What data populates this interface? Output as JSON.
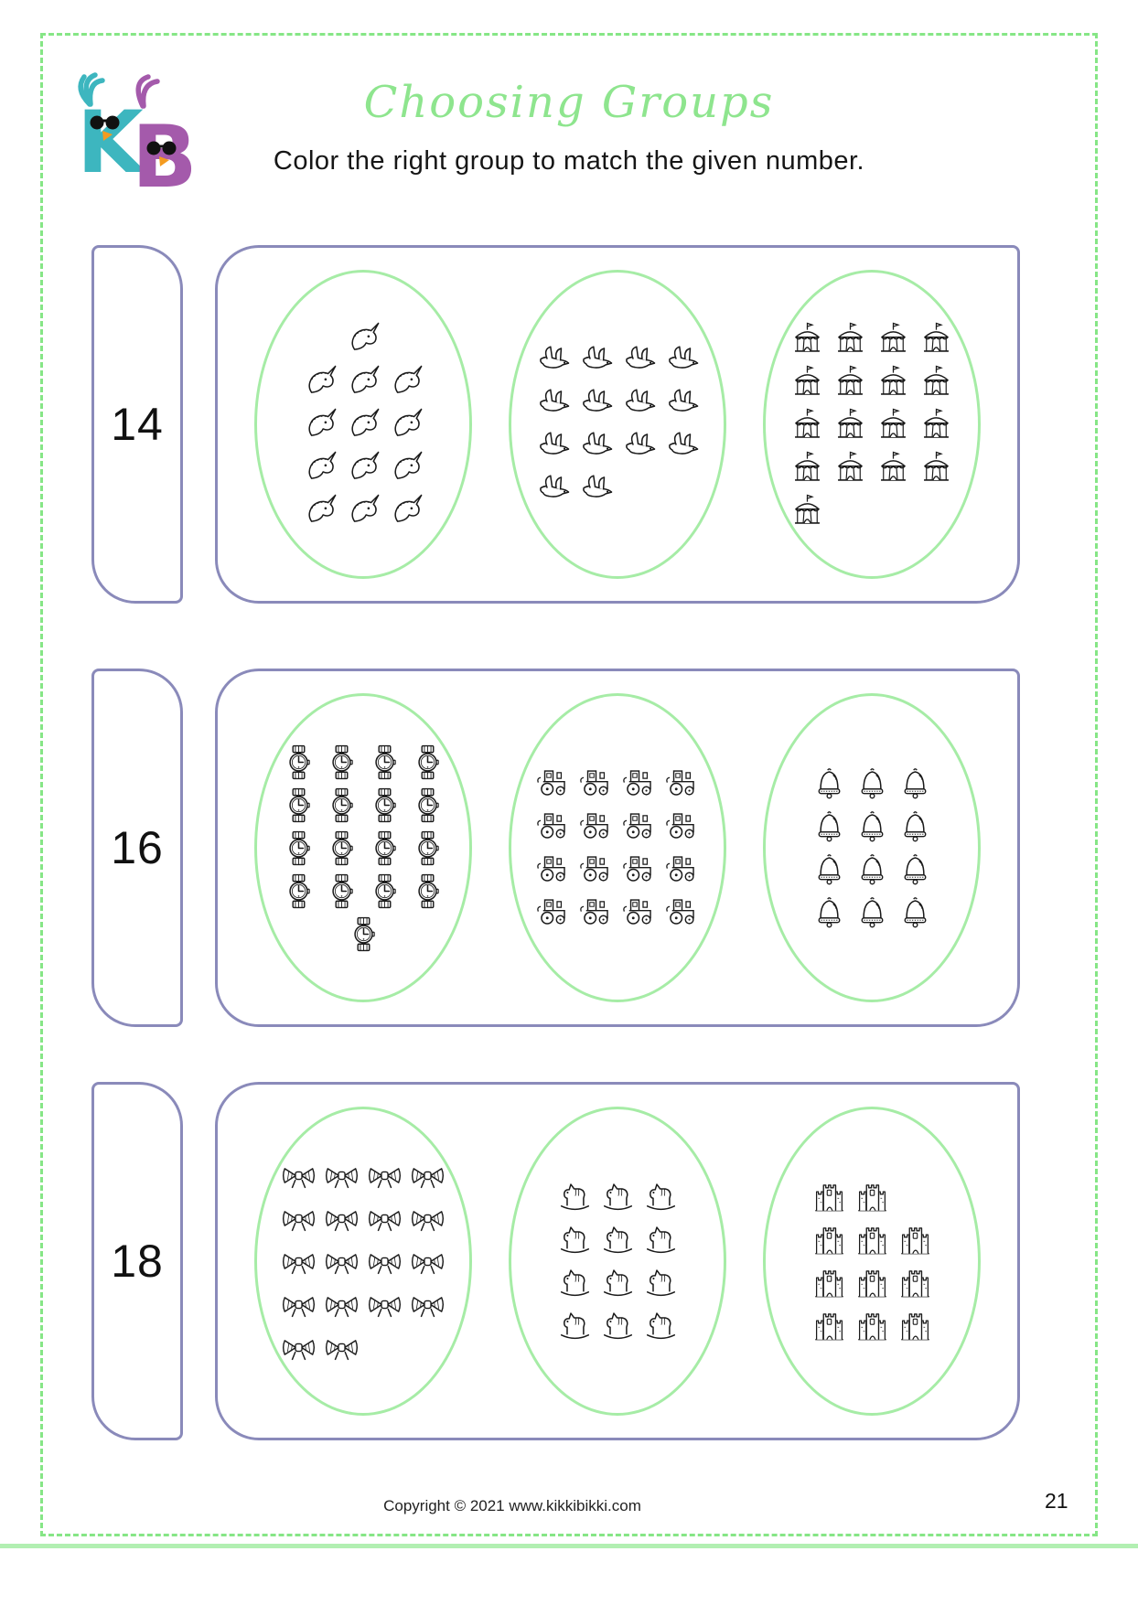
{
  "header": {
    "logo_k": "K",
    "logo_b": "B",
    "title": "Choosing Groups",
    "instruction": "Color the right group to match the given number."
  },
  "rows": [
    {
      "number": "14",
      "groups": [
        {
          "icon": "unicorn",
          "item": "unicorns",
          "count": 13,
          "rows": [
            1,
            3,
            3,
            3,
            3
          ],
          "align": "center"
        },
        {
          "icon": "bird",
          "item": "flying-birds",
          "count": 14,
          "rows": [
            4,
            4,
            4,
            2
          ],
          "align": "left"
        },
        {
          "icon": "circus-tent",
          "item": "circus-tents",
          "count": 17,
          "rows": [
            4,
            4,
            4,
            4,
            1
          ],
          "align": "left"
        }
      ]
    },
    {
      "number": "16",
      "groups": [
        {
          "icon": "wristwatch",
          "item": "wristwatches",
          "count": 17,
          "rows": [
            4,
            4,
            4,
            4,
            1
          ],
          "align": "center"
        },
        {
          "icon": "tractor",
          "item": "tractors",
          "count": 16,
          "rows": [
            4,
            4,
            4,
            4
          ],
          "align": "center"
        },
        {
          "icon": "bell",
          "item": "bells",
          "count": 12,
          "rows": [
            3,
            3,
            3,
            3
          ],
          "align": "center"
        }
      ]
    },
    {
      "number": "18",
      "groups": [
        {
          "icon": "bow",
          "item": "ribbon-bows",
          "count": 18,
          "rows": [
            4,
            4,
            4,
            4,
            2
          ],
          "align": "left"
        },
        {
          "icon": "rocking-horse",
          "item": "rocking-horses",
          "count": 12,
          "rows": [
            3,
            3,
            3,
            3
          ],
          "align": "center"
        },
        {
          "icon": "castle",
          "item": "castles",
          "count": 11,
          "rows": [
            2,
            3,
            3,
            3
          ],
          "align": "left"
        }
      ]
    }
  ],
  "footer": {
    "copyright": "Copyright © 2021 www.kikkibikki.com",
    "page_number": "21"
  },
  "colors": {
    "accent_green": "#8ee58e",
    "oval_green": "#a6eca6",
    "border_purple": "#8a8aba",
    "dash_border_green": "#86e686",
    "logo_teal": "#3db6bf",
    "logo_purple": "#a45aab",
    "beak_orange": "#f49b20",
    "ink": "#1a1a1a"
  }
}
